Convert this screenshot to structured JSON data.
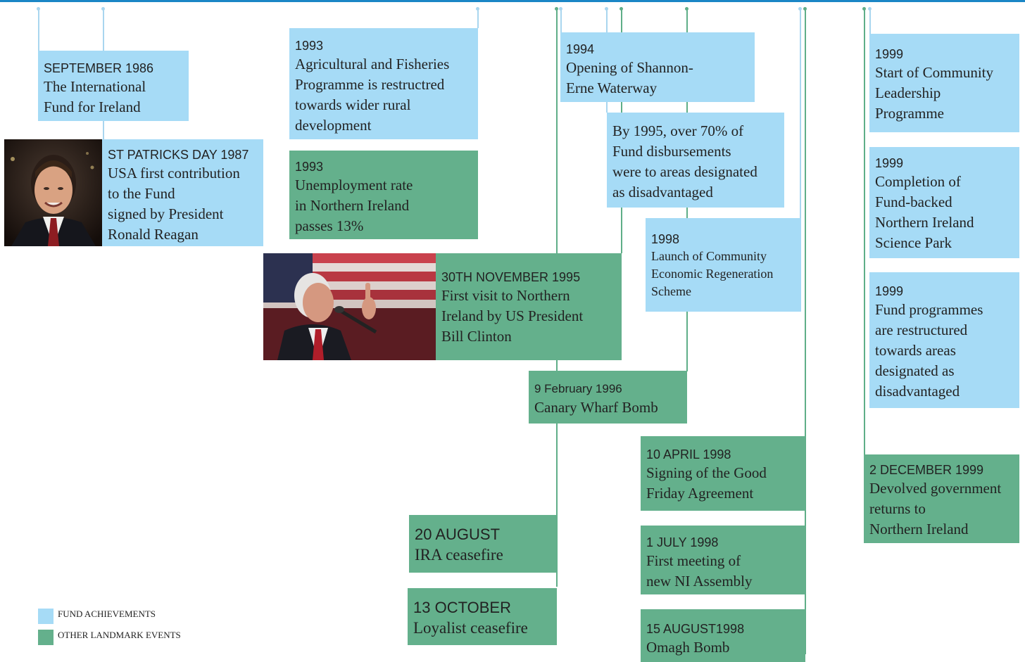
{
  "colors": {
    "fund_achievement": "#a6dbf6",
    "landmark_event": "#64b08c",
    "top_rule": "#1a86c6"
  },
  "events": {
    "e1986": {
      "date": "SEPTEMBER 1986",
      "desc": "The International\nFund for Ireland",
      "type": "fund"
    },
    "e1987": {
      "date": "ST PATRICKS DAY 1987",
      "desc": "USA first contribution\nto the Fund\nsigned by President\nRonald Reagan",
      "type": "fund"
    },
    "e1993a": {
      "date": "1993",
      "desc": "Agricultural and Fisheries\nProgramme is restructred\ntowards wider rural\ndevelopment",
      "type": "fund"
    },
    "e1993b": {
      "date": "1993",
      "desc": "Unemployment rate\nin Northern Ireland\npasses 13%",
      "type": "landmark"
    },
    "e1994": {
      "date": "1994",
      "desc": "Opening of Shannon-\nErne Waterway",
      "type": "fund"
    },
    "e1995": {
      "date": "",
      "desc": "By 1995, over 70% of\nFund disbursements\nwere to areas designated\nas disadvantaged",
      "type": "fund"
    },
    "e1998a": {
      "date": "1998",
      "desc": "Launch of Community\nEconomic Regeneration\nScheme",
      "type": "fund"
    },
    "e1995nov": {
      "date": "30TH NOVEMBER 1995",
      "desc": "First visit to Northern\nIreland by US President\nBill Clinton",
      "type": "landmark"
    },
    "e1996": {
      "date": "9 February 1996",
      "desc": "Canary Wharf Bomb",
      "type": "landmark"
    },
    "e1998apr": {
      "date": "10 APRIL 1998",
      "desc": "Signing of the Good\nFriday Agreement",
      "type": "landmark"
    },
    "e1998jul": {
      "date": "1 JULY 1998",
      "desc": "First meeting of\nnew NI Assembly",
      "type": "landmark"
    },
    "e1998aug": {
      "date": "15 AUGUST1998",
      "desc": "Omagh Bomb",
      "type": "landmark"
    },
    "eaug": {
      "date": "20 AUGUST",
      "desc": "IRA ceasefire",
      "type": "landmark"
    },
    "eoct": {
      "date": "13 OCTOBER",
      "desc": "Loyalist ceasefire",
      "type": "landmark"
    },
    "e1999a": {
      "date": "1999",
      "desc": "Start of Community\nLeadership\nProgramme",
      "type": "fund"
    },
    "e1999b": {
      "date": "1999",
      "desc": "Completion of\nFund-backed\nNorthern Ireland\nScience Park",
      "type": "fund"
    },
    "e1999c": {
      "date": "1999",
      "desc": "Fund programmes\nare restructured\ntowards areas\ndesignated as\ndisadvantaged",
      "type": "fund"
    },
    "e1999dec": {
      "date": "2 DECEMBER 1999",
      "desc": "Devolved government\nreturns to\nNorthern Ireland",
      "type": "landmark"
    }
  },
  "legend": {
    "fund": "FUND ACHIEVEMENTS",
    "landmark": "OTHER LANDMARK EVENTS"
  }
}
